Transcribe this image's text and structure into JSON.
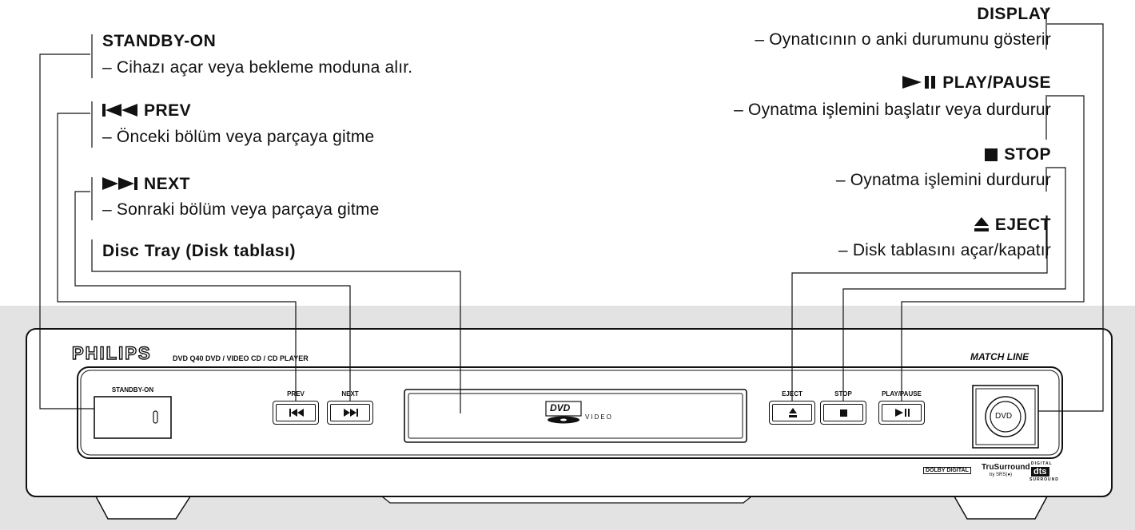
{
  "labels": {
    "standby": {
      "title": "STANDBY-ON",
      "desc": "– Cihazı açar veya bekleme moduna alır."
    },
    "prev": {
      "title": "PREV",
      "desc": "– Önceki bölüm veya parçaya gitme"
    },
    "next": {
      "title": "NEXT",
      "desc": "– Sonraki bölüm veya parçaya gitme"
    },
    "disc_tray": {
      "title": "Disc Tray (Disk tablası)"
    },
    "display": {
      "title": "DISPLAY",
      "desc": "– Oynatıcının o anki durumunu gösterir"
    },
    "play_pause": {
      "title": "PLAY/PAUSE",
      "desc": "– Oynatma işlemini başlatır veya durdurur"
    },
    "stop": {
      "title": "STOP",
      "desc": "– Oynatma işlemini durdurur"
    },
    "eject": {
      "title": "EJECT",
      "desc": "– Disk tablasını açar/kapatır"
    }
  },
  "device": {
    "brand": "PHILIPS",
    "model": "DVD Q40 DVD / VIDEO CD / CD PLAYER",
    "series": "MATCH LINE",
    "panel": {
      "standby": "STANDBY-ON",
      "prev": "PREV",
      "next": "NEXT",
      "eject": "EJECT",
      "stop": "STOP",
      "play_pause": "PLAY/PAUSE",
      "dvd_logo": "DVD",
      "video": "VIDEO",
      "display_logo": "DVD"
    },
    "logos": {
      "dolby": "DOLBY DIGITAL",
      "trusurround": "TruSurround",
      "trusurround_sub": "by SRS(●)",
      "dts": "dts",
      "dts_top": "DIGITAL",
      "dts_bottom": "SURROUND"
    }
  }
}
